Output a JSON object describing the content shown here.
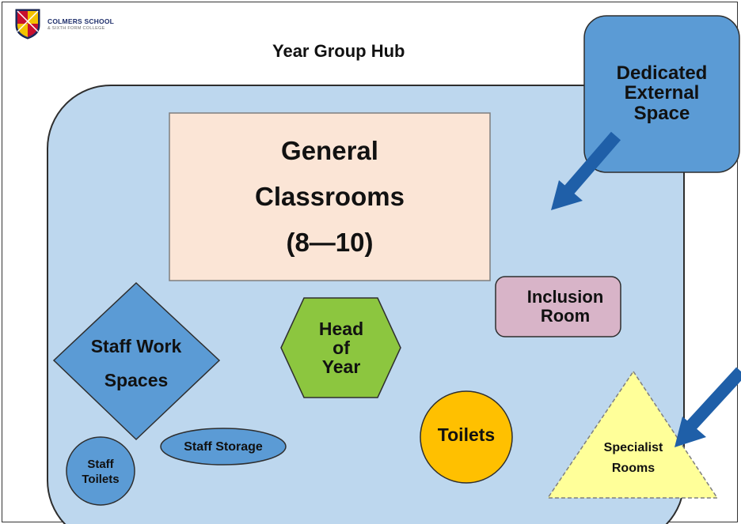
{
  "logo": {
    "title": "COLMERS SCHOOL",
    "subtitle": "& SIXTH FORM COLLEGE"
  },
  "title": "Year Group Hub",
  "nodes": {
    "general_classrooms": {
      "line1": "General",
      "line2": "Classrooms",
      "line3": "(8—10)"
    },
    "dedicated_external_space": {
      "line1": "Dedicated",
      "line2": "External",
      "line3": "Space"
    },
    "inclusion_room": {
      "line1": "Inclusion",
      "line2": "Room"
    },
    "staff_work_spaces": {
      "line1": "Staff Work",
      "line2": "Spaces"
    },
    "head_of_year": {
      "line1": "Head",
      "line2": "of",
      "line3": "Year"
    },
    "toilets": {
      "label": "Toilets"
    },
    "staff_storage": {
      "label": "Staff Storage"
    },
    "staff_toilets": {
      "line1": "Staff",
      "line2": "Toilets"
    },
    "specialist_rooms": {
      "line1": "Specialist",
      "line2": "Rooms"
    }
  },
  "colors": {
    "hub_fill": "#bdd7ee",
    "hub_border": "#2e2e2e",
    "classrooms_fill": "#fbe5d6",
    "external_fill": "#5b9bd5",
    "arrow": "#1f5fa8",
    "inclusion_fill": "#d8b4c8",
    "staff_work_fill": "#5b9bd5",
    "head_of_year_fill": "#8cc63f",
    "toilets_fill": "#ffc000",
    "staff_storage_fill": "#5b9bd5",
    "staff_toilets_fill": "#5b9bd5",
    "specialist_fill": "#ffff99"
  }
}
